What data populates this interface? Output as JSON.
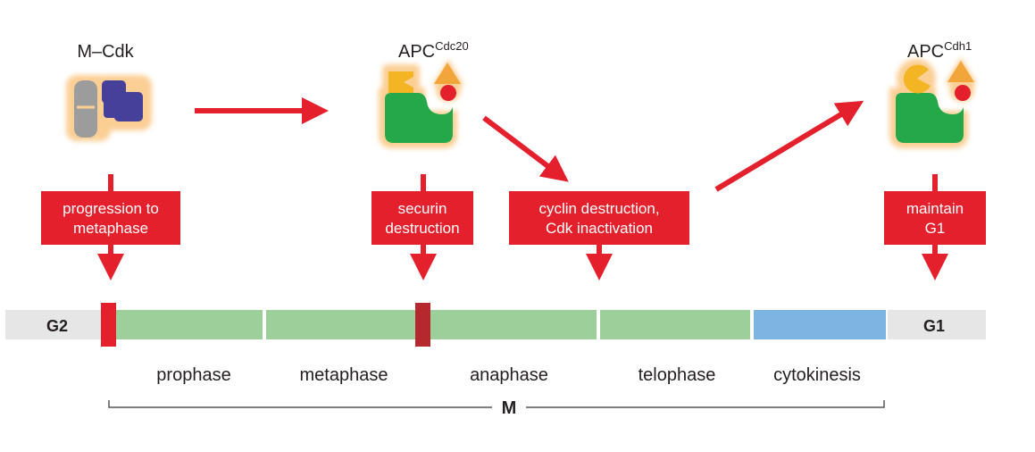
{
  "complexes": {
    "mcdk": {
      "label": "M–Cdk"
    },
    "apc_cdc20": {
      "base": "APC",
      "sup": "Cdc20"
    },
    "apc_cdh1": {
      "base": "APC",
      "sup": "Cdh1"
    }
  },
  "events": {
    "progression": [
      "progression to",
      "metaphase"
    ],
    "securin": [
      "securin",
      "destruction"
    ],
    "cyclin": [
      "cyclin destruction,",
      "Cdk inactivation"
    ],
    "maintain": [
      "maintain",
      "G1"
    ]
  },
  "phases": {
    "g2": "G2",
    "g1": "G1",
    "mitosis": [
      "prophase",
      "metaphase",
      "anaphase",
      "telophase",
      "cytokinesis"
    ],
    "m_label": "M"
  },
  "colors": {
    "arrow_red": "#e3202b",
    "mitosis_green": "#9ccf9a",
    "cytokinesis_blue": "#7cb5e2",
    "interphase_gray": "#e6e6e6",
    "glow": "#fbcf94",
    "cdk_gray": "#9c9c9c",
    "cyclin_purple": "#45409a",
    "apc_green": "#25a84a",
    "adaptor_yellow": "#f3b523",
    "subunit_orange": "#f2a53a"
  }
}
